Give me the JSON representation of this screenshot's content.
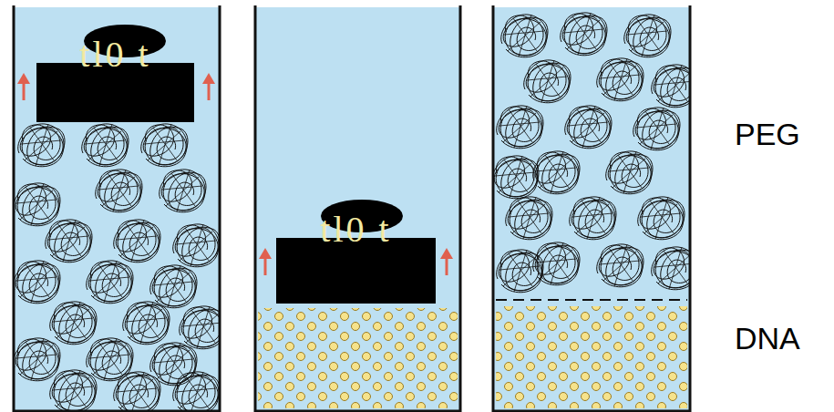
{
  "diagram": {
    "nodes": [
      {
        "text": [
          "tl0 t"
        ]
      },
      {
        "text": [
          "tl0 t"
        ]
      }
    ],
    "labels": [
      "PEG",
      "DNA"
    ]
  }
}
